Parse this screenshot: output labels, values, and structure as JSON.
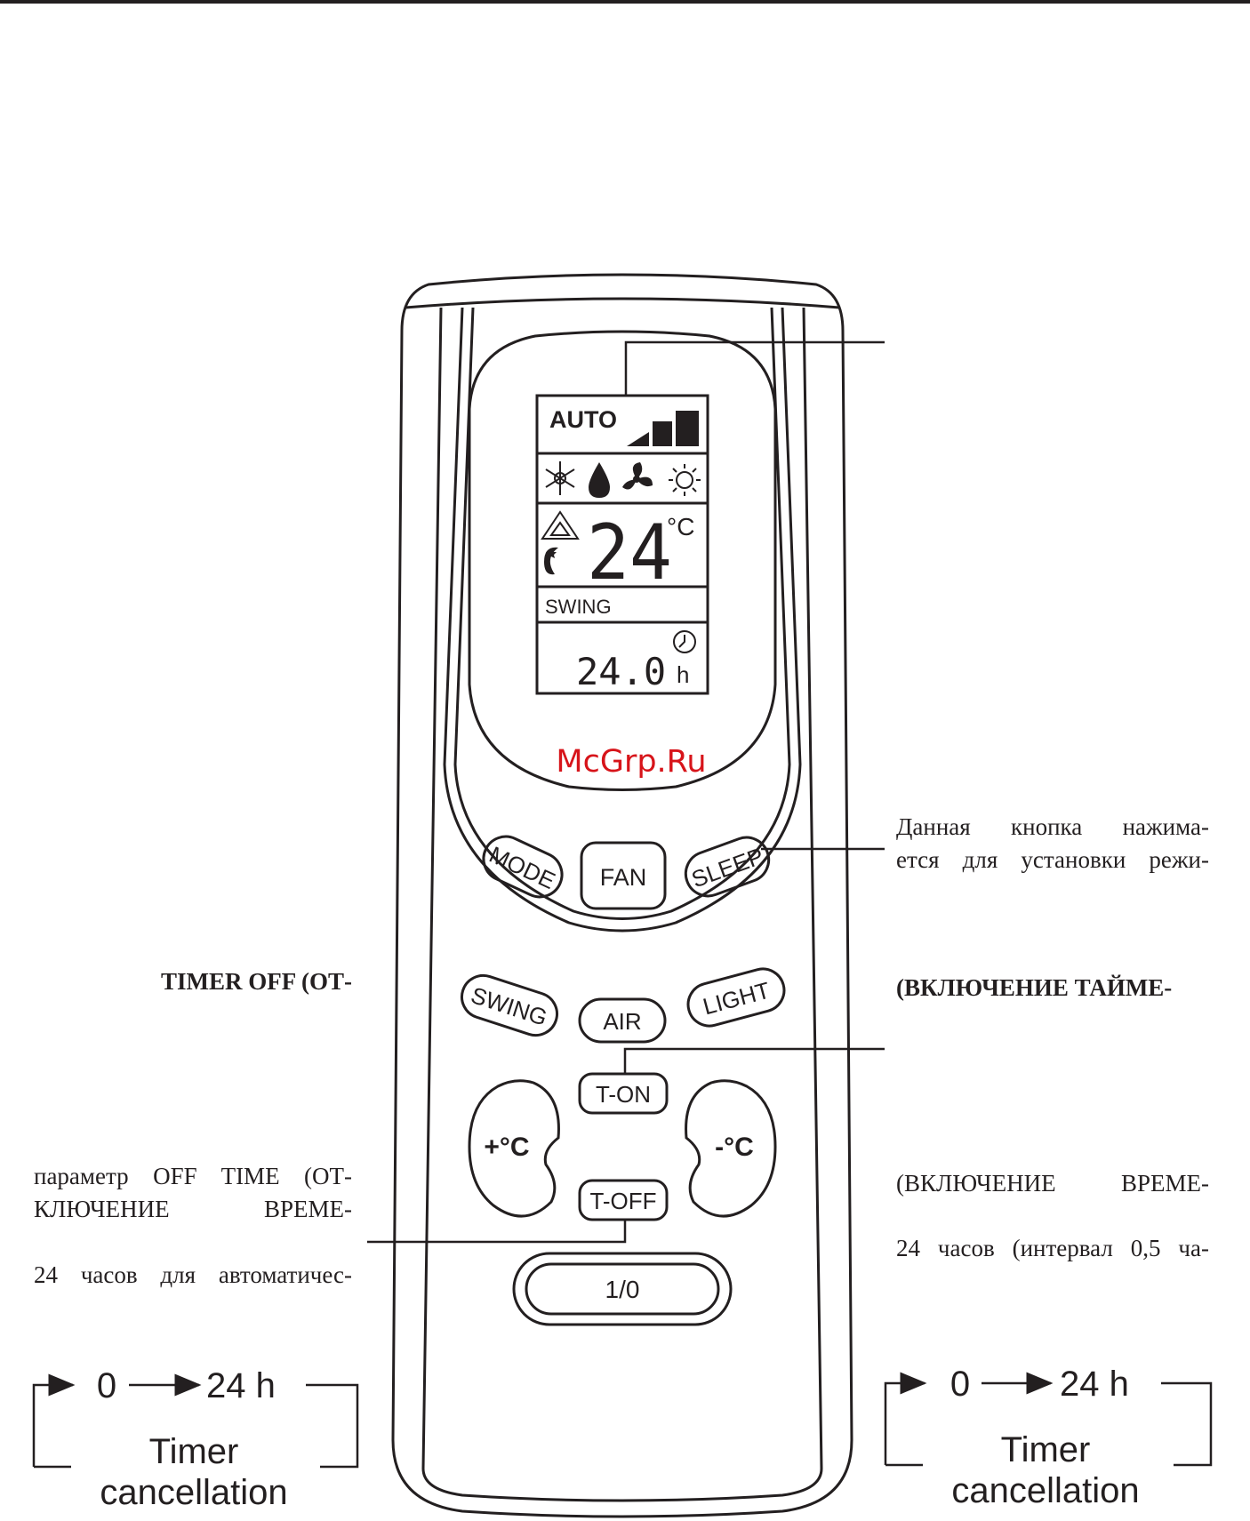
{
  "lcd": {
    "auto_label": "AUTO",
    "swing_label": "SWING",
    "temperature": "24",
    "temp_unit": "°C",
    "timer_value": "24.0",
    "timer_unit": "h"
  },
  "buttons": {
    "mode": "MODE",
    "fan": "FAN",
    "sleep": "SLEEP",
    "swing": "SWING",
    "air": "AIR",
    "light": "LIGHT",
    "t_on": "T-ON",
    "t_off": "T-OFF",
    "temp_up": "+°C",
    "temp_down": "-°C",
    "power": "1/0"
  },
  "watermark": "McGrp.Ru",
  "notes": {
    "sleep_line1": "Данная кнопка нажима-",
    "sleep_line2": "ется для установки режи-",
    "timer_off_heading": "TIMER OFF (ОТ-",
    "timer_on_heading": "(ВКЛЮЧЕНИЕ ТАЙМЕ-",
    "off_line1": "параметр OFF TIME (ОТ-",
    "off_line2": "КЛЮЧЕНИЕ ВРЕМЕ-",
    "off_line3": "24 часов для автоматичес-",
    "on_line1": "(ВКЛЮЧЕНИЕ ВРЕМЕ-",
    "on_line2": "24 часов (интервал 0,5 ча-"
  },
  "timer_left": {
    "start": "0",
    "end": "24 h",
    "line1": "Timer",
    "line2": "cancellation"
  },
  "timer_right": {
    "start": "0",
    "end": "24 h",
    "line1": "Timer",
    "line2": "cancellation"
  },
  "icons": [
    "snowflake-icon",
    "drop-icon",
    "fan-icon",
    "sun-icon",
    "triangle-icon",
    "moon-icon",
    "clock-icon"
  ]
}
